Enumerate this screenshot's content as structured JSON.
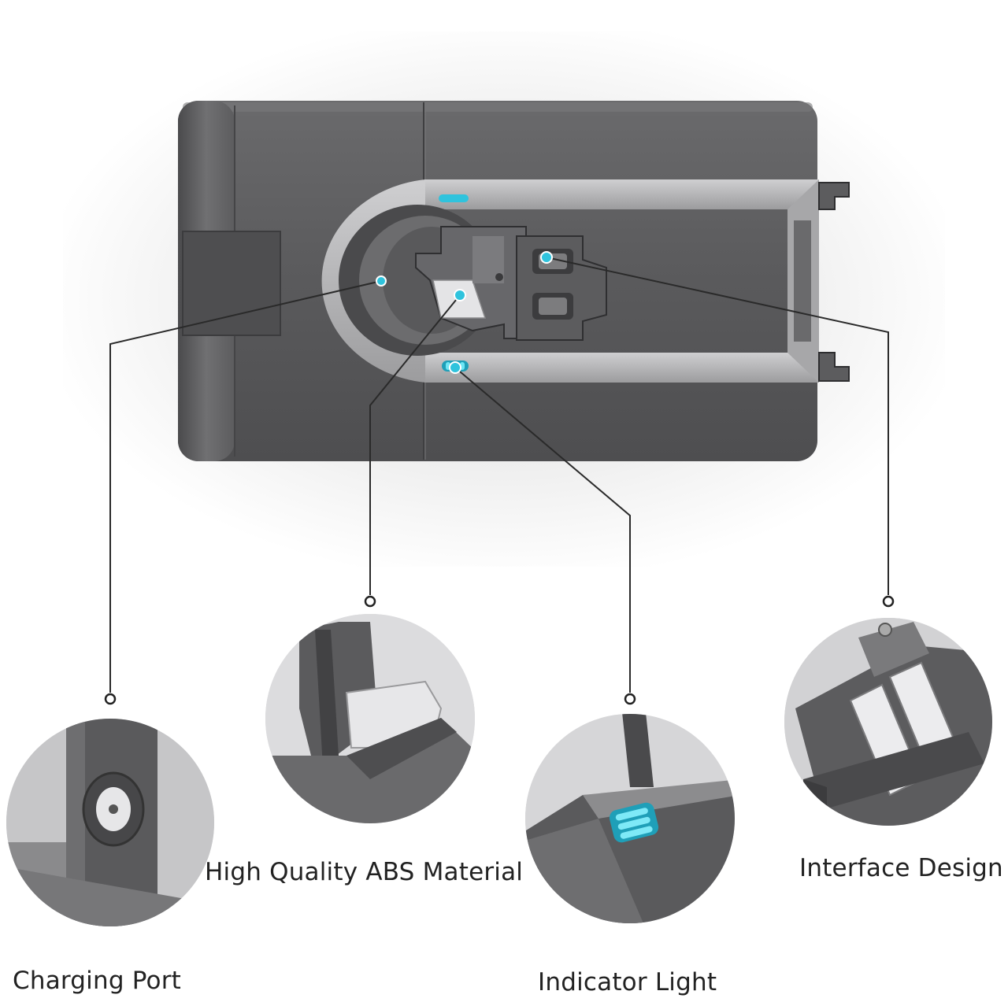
{
  "product": {
    "name": "",
    "accent_color": "#2fc3dd",
    "body_color": "#5a5a5c",
    "trim_color": "#b9b9bb"
  },
  "features": [
    {
      "id": "charging-port",
      "label": "Charging Port",
      "icon": "charging-port-closeup"
    },
    {
      "id": "abs-material",
      "label": "High Quality ABS Material",
      "icon": "abs-latch-closeup"
    },
    {
      "id": "indicator-light",
      "label": "Indicator Light",
      "icon": "led-indicator-closeup"
    },
    {
      "id": "interface-design",
      "label": "Interface Design",
      "icon": "contact-interface-closeup"
    }
  ]
}
